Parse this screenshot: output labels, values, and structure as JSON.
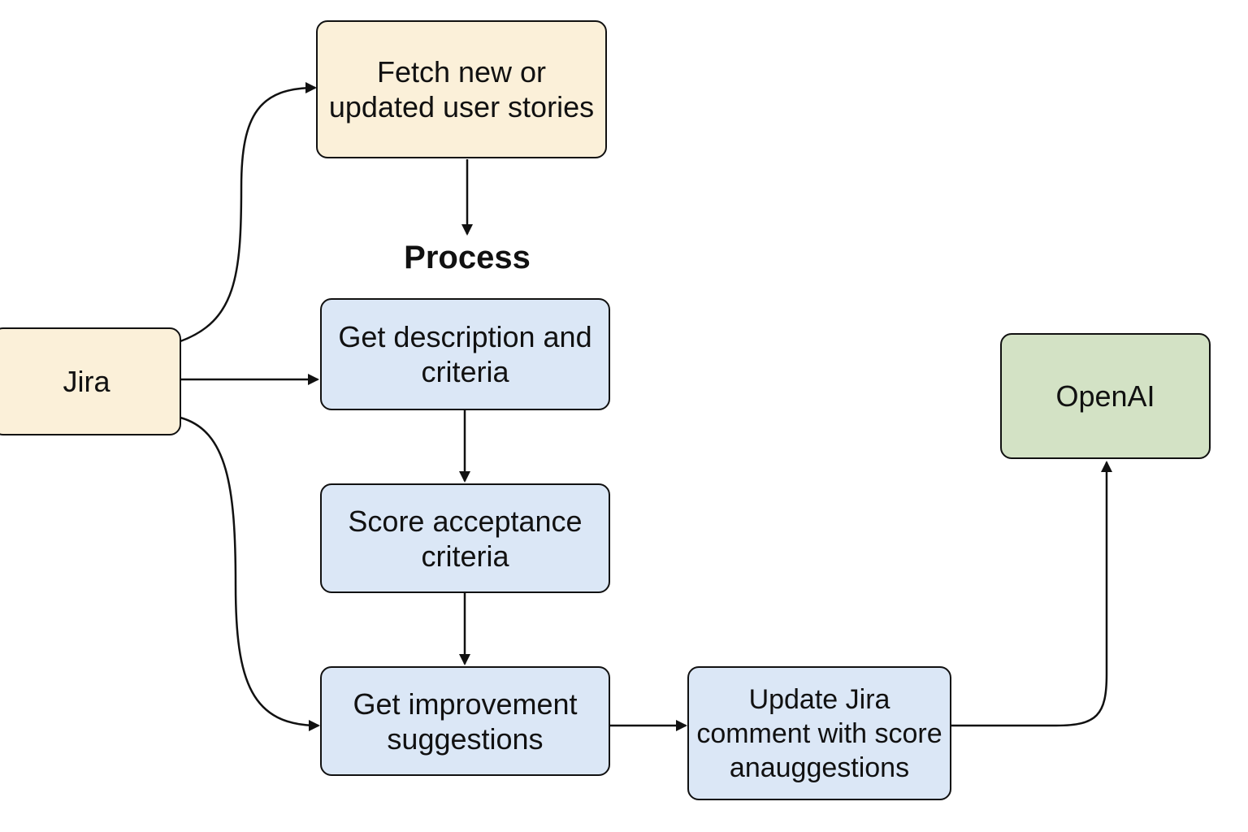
{
  "colors": {
    "jira_fill": "#fbf0d9",
    "fetch_fill": "#fbf0d9",
    "process_fill": "#dbe7f6",
    "openai_fill": "#d3e2c5",
    "stroke": "#111111"
  },
  "nodes": {
    "jira": {
      "label": "Jira"
    },
    "fetch": {
      "label": "Fetch new or updated user stories"
    },
    "get_description": {
      "label": "Get description and criteria"
    },
    "score": {
      "label": "Score acceptance criteria"
    },
    "improvements": {
      "label": "Get improvement suggestions"
    },
    "update": {
      "label": "Update Jira comment with score anauggestions"
    },
    "openai": {
      "label": "OpenAI"
    }
  },
  "group_label": "Process",
  "edges": [
    {
      "from": "jira",
      "to": "fetch"
    },
    {
      "from": "jira",
      "to": "get_description"
    },
    {
      "from": "jira",
      "to": "improvements"
    },
    {
      "from": "fetch",
      "to": "process"
    },
    {
      "from": "get_description",
      "to": "score"
    },
    {
      "from": "score",
      "to": "improvements"
    },
    {
      "from": "improvements",
      "to": "update"
    },
    {
      "from": "update",
      "to": "openai"
    }
  ]
}
